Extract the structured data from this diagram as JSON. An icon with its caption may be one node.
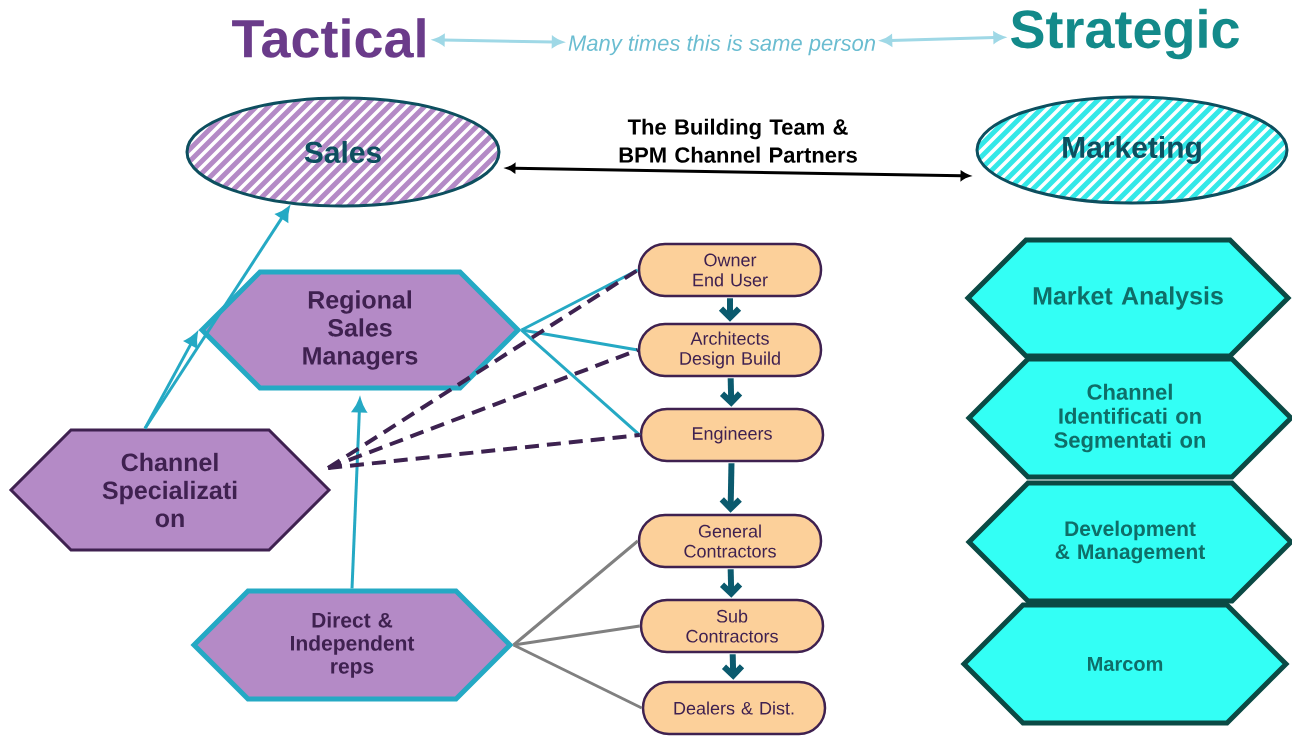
{
  "diagram": {
    "nodes": [
      {
        "text": [
          "Tactical"
        ]
      },
      {
        "text": [
          "Many times this is same person"
        ]
      },
      {
        "text": [
          "Strategic"
        ]
      },
      {
        "text": [
          "Sales"
        ]
      },
      {
        "text": [
          "Marketing"
        ]
      },
      {
        "text": [
          "Regional Sales Managers"
        ]
      },
      {
        "text": [
          "Channel Specializati on"
        ]
      },
      {
        "text": [
          "Direct & Independent reps"
        ]
      },
      {
        "text": [
          "Owner End User"
        ]
      },
      {
        "text": [
          "Architects Design Build"
        ]
      },
      {
        "text": [
          "Engineers"
        ]
      },
      {
        "text": [
          "General Contractors"
        ]
      },
      {
        "text": [
          "Sub Contractors"
        ]
      },
      {
        "text": [
          "Dealers & Dist."
        ]
      },
      {
        "text": [
          "Market Analysis"
        ]
      },
      {
        "text": [
          "Channel Identificati on Segmentati on"
        ]
      },
      {
        "text": [
          "Development & Management"
        ]
      },
      {
        "text": [
          "Marcom"
        ]
      }
    ],
    "edges": [
      {
        "from": 0,
        "to": 1,
        "arrow": "both",
        "color": "#9fd8e6"
      },
      {
        "from": 1,
        "to": 2,
        "arrow": "both",
        "color": "#9fd8e6"
      },
      {
        "from": 3,
        "to": 4,
        "arrow": "both",
        "label": "The Building Team & BPM Channel Partners",
        "color": "#000000"
      },
      {
        "from": 6,
        "to": 3,
        "arrow": "to"
      },
      {
        "from": 6,
        "to": 5,
        "arrow": "to"
      },
      {
        "from": 7,
        "to": 5,
        "arrow": "to"
      },
      {
        "from": 5,
        "to": 8,
        "arrow": "none"
      },
      {
        "from": 5,
        "to": 9,
        "arrow": "none"
      },
      {
        "from": 5,
        "to": 10,
        "arrow": "none"
      },
      {
        "from": 6,
        "to": 8,
        "arrow": "none",
        "style": "dashed",
        "color": "#3d2250"
      },
      {
        "from": 6,
        "to": 9,
        "arrow": "none",
        "style": "dashed",
        "color": "#3d2250"
      },
      {
        "from": 6,
        "to": 10,
        "arrow": "none",
        "style": "dashed",
        "color": "#3d2250"
      },
      {
        "from": 7,
        "to": 11,
        "arrow": "none",
        "color": "#808080"
      },
      {
        "from": 7,
        "to": 12,
        "arrow": "none",
        "color": "#808080"
      },
      {
        "from": 7,
        "to": 13,
        "arrow": "none",
        "color": "#808080"
      },
      {
        "from": 8,
        "to": 9,
        "arrow": "to",
        "style": "thick",
        "color": "#0b5a6e"
      },
      {
        "from": 9,
        "to": 10,
        "arrow": "to",
        "style": "thick",
        "color": "#0b5a6e"
      },
      {
        "from": 10,
        "to": 11,
        "arrow": "to",
        "style": "thick",
        "color": "#0b5a6e"
      },
      {
        "from": 11,
        "to": 12,
        "arrow": "to",
        "style": "thick",
        "color": "#0b5a6e"
      },
      {
        "from": 12,
        "to": 13,
        "arrow": "to",
        "style": "thick",
        "color": "#0b5a6e"
      }
    ]
  }
}
